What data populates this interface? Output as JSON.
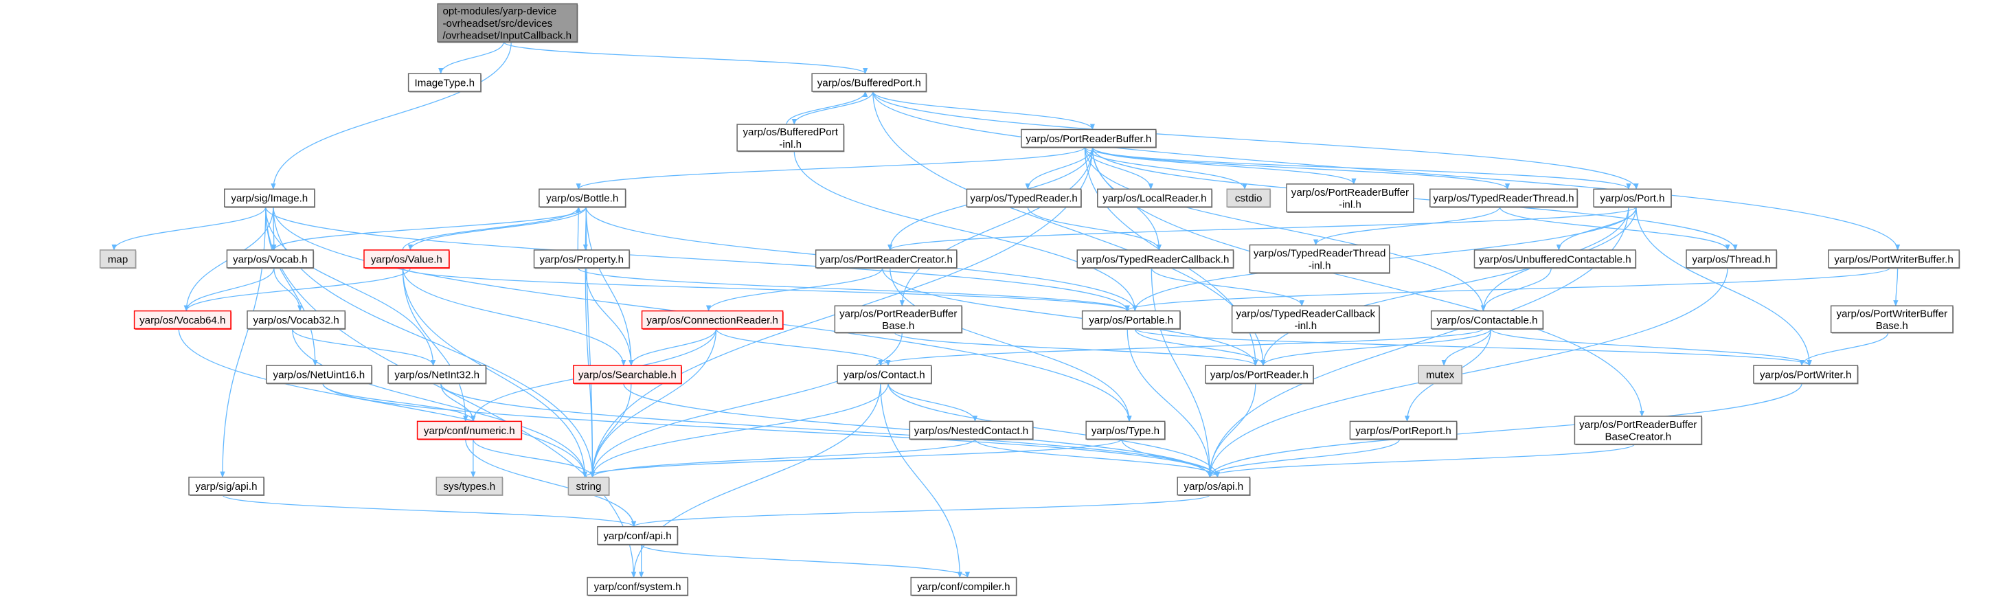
{
  "title": "Include dependency graph for InputCallback.h",
  "colors": {
    "edge": "#63b8ff",
    "root_fill": "#999999",
    "red_border": "#ff0000",
    "red_fill": "#fff0f0",
    "system_fill": "#e0e0e0"
  },
  "nodes": [
    {
      "id": "root",
      "label": [
        "opt-modules/yarp-device",
        "-ovrheadset/src/devices",
        "/ovrheadset/InputCallback.h"
      ],
      "style": "root"
    },
    {
      "id": "imagetype",
      "label": [
        "ImageType.h"
      ],
      "style": "normal"
    },
    {
      "id": "bufferedport",
      "label": [
        "yarp/os/BufferedPort.h"
      ],
      "style": "normal"
    },
    {
      "id": "bufferedportinl",
      "label": [
        "yarp/os/BufferedPort",
        "-inl.h"
      ],
      "style": "normal"
    },
    {
      "id": "portreaderbuffer",
      "label": [
        "yarp/os/PortReaderBuffer.h"
      ],
      "style": "normal"
    },
    {
      "id": "sigimage",
      "label": [
        "yarp/sig/Image.h"
      ],
      "style": "normal"
    },
    {
      "id": "bottle",
      "label": [
        "yarp/os/Bottle.h"
      ],
      "style": "normal"
    },
    {
      "id": "typedreader",
      "label": [
        "yarp/os/TypedReader.h"
      ],
      "style": "normal"
    },
    {
      "id": "localreader",
      "label": [
        "yarp/os/LocalReader.h"
      ],
      "style": "normal"
    },
    {
      "id": "cstdio",
      "label": [
        "cstdio"
      ],
      "style": "gray"
    },
    {
      "id": "prbinl",
      "label": [
        "yarp/os/PortReaderBuffer",
        "-inl.h"
      ],
      "style": "normal"
    },
    {
      "id": "typedreaderthread",
      "label": [
        "yarp/os/TypedReaderThread.h"
      ],
      "style": "normal"
    },
    {
      "id": "port",
      "label": [
        "yarp/os/Port.h"
      ],
      "style": "normal"
    },
    {
      "id": "map",
      "label": [
        "map"
      ],
      "style": "gray"
    },
    {
      "id": "vocab",
      "label": [
        "yarp/os/Vocab.h"
      ],
      "style": "normal"
    },
    {
      "id": "value",
      "label": [
        "yarp/os/Value.h"
      ],
      "style": "red"
    },
    {
      "id": "property",
      "label": [
        "yarp/os/Property.h"
      ],
      "style": "normal"
    },
    {
      "id": "portreadercreator",
      "label": [
        "yarp/os/PortReaderCreator.h"
      ],
      "style": "normal"
    },
    {
      "id": "typedreadercallback",
      "label": [
        "yarp/os/TypedReaderCallback.h"
      ],
      "style": "normal"
    },
    {
      "id": "trtinl",
      "label": [
        "yarp/os/TypedReaderThread",
        "-inl.h"
      ],
      "style": "normal"
    },
    {
      "id": "unbufferedcontactable",
      "label": [
        "yarp/os/UnbufferedContactable.h"
      ],
      "style": "normal"
    },
    {
      "id": "thread",
      "label": [
        "yarp/os/Thread.h"
      ],
      "style": "normal"
    },
    {
      "id": "portwriterbuffer",
      "label": [
        "yarp/os/PortWriterBuffer.h"
      ],
      "style": "normal"
    },
    {
      "id": "vocab64",
      "label": [
        "yarp/os/Vocab64.h"
      ],
      "style": "red"
    },
    {
      "id": "vocab32",
      "label": [
        "yarp/os/Vocab32.h"
      ],
      "style": "normal"
    },
    {
      "id": "connectionreader",
      "label": [
        "yarp/os/ConnectionReader.h"
      ],
      "style": "red"
    },
    {
      "id": "prbbase",
      "label": [
        "yarp/os/PortReaderBuffer",
        "Base.h"
      ],
      "style": "normal"
    },
    {
      "id": "portable",
      "label": [
        "yarp/os/Portable.h"
      ],
      "style": "normal"
    },
    {
      "id": "trcinl",
      "label": [
        "yarp/os/TypedReaderCallback",
        "-inl.h"
      ],
      "style": "normal"
    },
    {
      "id": "contactable",
      "label": [
        "yarp/os/Contactable.h"
      ],
      "style": "normal"
    },
    {
      "id": "pwbbase",
      "label": [
        "yarp/os/PortWriterBuffer",
        "Base.h"
      ],
      "style": "normal"
    },
    {
      "id": "netuint16",
      "label": [
        "yarp/os/NetUint16.h"
      ],
      "style": "normal"
    },
    {
      "id": "netint32",
      "label": [
        "yarp/os/NetInt32.h"
      ],
      "style": "normal"
    },
    {
      "id": "searchable",
      "label": [
        "yarp/os/Searchable.h"
      ],
      "style": "red"
    },
    {
      "id": "contact",
      "label": [
        "yarp/os/Contact.h"
      ],
      "style": "normal"
    },
    {
      "id": "portreader",
      "label": [
        "yarp/os/PortReader.h"
      ],
      "style": "normal"
    },
    {
      "id": "mutex",
      "label": [
        "mutex"
      ],
      "style": "gray"
    },
    {
      "id": "portwriter",
      "label": [
        "yarp/os/PortWriter.h"
      ],
      "style": "normal"
    },
    {
      "id": "numeric",
      "label": [
        "yarp/conf/numeric.h"
      ],
      "style": "red"
    },
    {
      "id": "nestedcontact",
      "label": [
        "yarp/os/NestedContact.h"
      ],
      "style": "normal"
    },
    {
      "id": "type",
      "label": [
        "yarp/os/Type.h"
      ],
      "style": "normal"
    },
    {
      "id": "portreport",
      "label": [
        "yarp/os/PortReport.h"
      ],
      "style": "normal"
    },
    {
      "id": "prbbasecreator",
      "label": [
        "yarp/os/PortReaderBuffer",
        "BaseCreator.h"
      ],
      "style": "normal"
    },
    {
      "id": "sigapi",
      "label": [
        "yarp/sig/api.h"
      ],
      "style": "normal"
    },
    {
      "id": "systypes",
      "label": [
        "sys/types.h"
      ],
      "style": "gray"
    },
    {
      "id": "string",
      "label": [
        "string"
      ],
      "style": "gray"
    },
    {
      "id": "osapi",
      "label": [
        "yarp/os/api.h"
      ],
      "style": "normal"
    },
    {
      "id": "confapi",
      "label": [
        "yarp/conf/api.h"
      ],
      "style": "normal"
    },
    {
      "id": "confsystem",
      "label": [
        "yarp/conf/system.h"
      ],
      "style": "normal"
    },
    {
      "id": "confcompiler",
      "label": [
        "yarp/conf/compiler.h"
      ],
      "style": "normal"
    }
  ],
  "edges": [
    [
      "root",
      "imagetype"
    ],
    [
      "root",
      "sigimage"
    ],
    [
      "root",
      "bufferedport"
    ],
    [
      "bufferedport",
      "bufferedportinl"
    ],
    [
      "bufferedport",
      "portreaderbuffer"
    ],
    [
      "bufferedport",
      "port"
    ],
    [
      "bufferedport",
      "portwriterbuffer"
    ],
    [
      "bufferedport",
      "portreader"
    ],
    [
      "bufferedportinl",
      "bufferedport"
    ],
    [
      "bufferedportinl",
      "portable"
    ],
    [
      "portreaderbuffer",
      "bottle"
    ],
    [
      "portreaderbuffer",
      "typedreader"
    ],
    [
      "portreaderbuffer",
      "localreader"
    ],
    [
      "portreaderbuffer",
      "cstdio"
    ],
    [
      "portreaderbuffer",
      "prbinl"
    ],
    [
      "portreaderbuffer",
      "typedreaderthread"
    ],
    [
      "portreaderbuffer",
      "port"
    ],
    [
      "portreaderbuffer",
      "thread"
    ],
    [
      "portreaderbuffer",
      "prbbasecreator"
    ],
    [
      "portreaderbuffer",
      "typedreadercallback"
    ],
    [
      "portreaderbuffer",
      "portreadercreator"
    ],
    [
      "portreaderbuffer",
      "prbbase"
    ],
    [
      "portreaderbuffer",
      "string"
    ],
    [
      "portreaderbuffer",
      "portreader"
    ],
    [
      "portreaderbuffer",
      "contactable"
    ],
    [
      "sigimage",
      "map"
    ],
    [
      "sigimage",
      "vocab"
    ],
    [
      "sigimage",
      "vocab64"
    ],
    [
      "sigimage",
      "netuint16"
    ],
    [
      "sigimage",
      "netint32"
    ],
    [
      "sigimage",
      "sigapi"
    ],
    [
      "sigimage",
      "string"
    ],
    [
      "sigimage",
      "confsystem"
    ],
    [
      "sigimage",
      "portable"
    ],
    [
      "sigimage",
      "type"
    ],
    [
      "bottle",
      "vocab"
    ],
    [
      "bottle",
      "value"
    ],
    [
      "bottle",
      "property"
    ],
    [
      "bottle",
      "searchable"
    ],
    [
      "bottle",
      "portable"
    ],
    [
      "bottle",
      "string"
    ],
    [
      "value",
      "bottle"
    ],
    [
      "value",
      "vocab64"
    ],
    [
      "value",
      "searchable"
    ],
    [
      "value",
      "numeric"
    ],
    [
      "value",
      "portable"
    ],
    [
      "value",
      "string"
    ],
    [
      "property",
      "bottle"
    ],
    [
      "property",
      "searchable"
    ],
    [
      "property",
      "string"
    ],
    [
      "property",
      "portable"
    ],
    [
      "vocab",
      "vocab32"
    ],
    [
      "vocab",
      "vocab64"
    ],
    [
      "vocab32",
      "netint32"
    ],
    [
      "vocab32",
      "string"
    ],
    [
      "vocab64",
      "string"
    ],
    [
      "netuint16",
      "numeric"
    ],
    [
      "netuint16",
      "osapi"
    ],
    [
      "netint32",
      "numeric"
    ],
    [
      "netint32",
      "osapi"
    ],
    [
      "numeric",
      "systypes"
    ],
    [
      "numeric",
      "string"
    ],
    [
      "numeric",
      "confapi"
    ],
    [
      "searchable",
      "string"
    ],
    [
      "searchable",
      "osapi"
    ],
    [
      "connectionreader",
      "searchable"
    ],
    [
      "connectionreader",
      "numeric"
    ],
    [
      "connectionreader",
      "string"
    ],
    [
      "connectionreader",
      "contact"
    ],
    [
      "contact",
      "nestedcontact"
    ],
    [
      "contact",
      "string"
    ],
    [
      "contact",
      "confsystem"
    ],
    [
      "contact",
      "osapi"
    ],
    [
      "contact",
      "confcompiler"
    ],
    [
      "nestedcontact",
      "string"
    ],
    [
      "nestedcontact",
      "osapi"
    ],
    [
      "portreadercreator",
      "connectionreader"
    ],
    [
      "portreadercreator",
      "portreader"
    ],
    [
      "portreadercreator",
      "type"
    ],
    [
      "prbbase",
      "string"
    ],
    [
      "prbbase",
      "portreader"
    ],
    [
      "typedreader",
      "typedreadercallback"
    ],
    [
      "typedreaderthread",
      "trtinl"
    ],
    [
      "typedreaderthread",
      "thread"
    ],
    [
      "typedreadercallback",
      "trcinl"
    ],
    [
      "typedreadercallback",
      "osapi"
    ],
    [
      "port",
      "portreadercreator"
    ],
    [
      "port",
      "unbufferedcontactable"
    ],
    [
      "port",
      "portable"
    ],
    [
      "port",
      "portwriter"
    ],
    [
      "port",
      "portreader"
    ],
    [
      "port",
      "osapi"
    ],
    [
      "port",
      "contactable"
    ],
    [
      "unbufferedcontactable",
      "contactable"
    ],
    [
      "contactable",
      "mutex"
    ],
    [
      "contactable",
      "portreader"
    ],
    [
      "contactable",
      "portwriter"
    ],
    [
      "contactable",
      "portreport"
    ],
    [
      "contactable",
      "contact"
    ],
    [
      "thread",
      "osapi"
    ],
    [
      "portwriterbuffer",
      "pwbbase"
    ],
    [
      "portwriterbuffer",
      "portable"
    ],
    [
      "pwbbase",
      "portwriter"
    ],
    [
      "portable",
      "portreader"
    ],
    [
      "portable",
      "portwriter"
    ],
    [
      "portable",
      "osapi"
    ],
    [
      "portreader",
      "osapi"
    ],
    [
      "portwriter",
      "osapi"
    ],
    [
      "type",
      "string"
    ],
    [
      "type",
      "osapi"
    ],
    [
      "portreport",
      "osapi"
    ],
    [
      "prbbasecreator",
      "osapi"
    ],
    [
      "osapi",
      "confapi"
    ],
    [
      "sigapi",
      "confapi"
    ],
    [
      "confapi",
      "confsystem"
    ],
    [
      "confapi",
      "confcompiler"
    ]
  ]
}
